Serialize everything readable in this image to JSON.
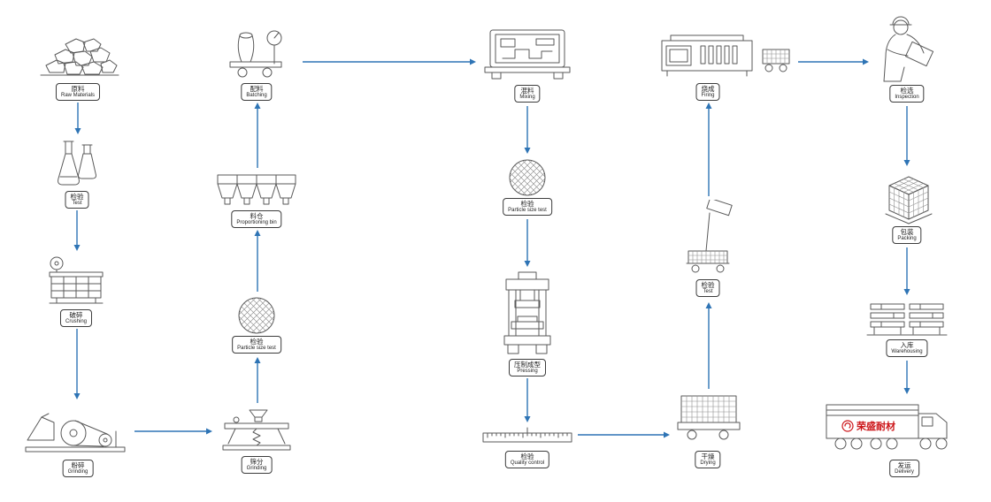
{
  "diagram": {
    "type": "process-flowchart",
    "colors": {
      "arrow": "#2e74b5",
      "logo_red": "#cc1418",
      "line": "#5a5a5a"
    },
    "truck_logo": "荣盛耐材",
    "nodes": [
      {
        "id": "raw-materials",
        "zh": "原料",
        "en": "Raw Materials",
        "icon": "rock-pile-icon"
      },
      {
        "id": "test",
        "zh": "检验",
        "en": "Test",
        "icon": "flask-icon"
      },
      {
        "id": "crushing",
        "zh": "破碎",
        "en": "Crushing",
        "icon": "jaw-crusher-icon"
      },
      {
        "id": "grinding",
        "zh": "粉碎",
        "en": "Grinding",
        "icon": "ball-mill-icon"
      },
      {
        "id": "batching",
        "zh": "配料",
        "en": "Batching",
        "icon": "weighing-cart-icon"
      },
      {
        "id": "proportioning-bin",
        "zh": "料仓",
        "en": "Proportioning bin",
        "icon": "hopper-bins-icon"
      },
      {
        "id": "particle-size-test-1",
        "zh": "检验",
        "en": "Particle size test",
        "icon": "sieve-mesh-icon"
      },
      {
        "id": "screening",
        "zh": "筛分",
        "en": "Grinding",
        "icon": "vibrating-screen-icon"
      },
      {
        "id": "mixing",
        "zh": "混料",
        "en": "Mixing",
        "icon": "mixer-icon"
      },
      {
        "id": "particle-size-test-2",
        "zh": "检验",
        "en": "Particle size test",
        "icon": "sieve-mesh-icon"
      },
      {
        "id": "pressing",
        "zh": "压制成型",
        "en": "Pressing",
        "icon": "press-icon"
      },
      {
        "id": "quality-control",
        "zh": "检验",
        "en": "Quality control",
        "icon": "ruler-icon"
      },
      {
        "id": "firing",
        "zh": "烧成",
        "en": "Firing",
        "icon": "kiln-icon"
      },
      {
        "id": "test-scale",
        "zh": "检验",
        "en": "Test",
        "icon": "platform-scale-icon"
      },
      {
        "id": "drying",
        "zh": "干燥",
        "en": "Drying",
        "icon": "drying-cart-icon"
      },
      {
        "id": "inspection",
        "zh": "检选",
        "en": "Inspection",
        "icon": "inspector-icon"
      },
      {
        "id": "packing",
        "zh": "包装",
        "en": "Packing",
        "icon": "mesh-cube-icon"
      },
      {
        "id": "warehousing",
        "zh": "入库",
        "en": "Warehousing",
        "icon": "pallet-rack-icon"
      },
      {
        "id": "delivery",
        "zh": "发运",
        "en": "Delivery",
        "icon": "truck-icon"
      }
    ],
    "edges": [
      [
        "raw-materials",
        "test"
      ],
      [
        "test",
        "crushing"
      ],
      [
        "crushing",
        "grinding"
      ],
      [
        "grinding",
        "screening"
      ],
      [
        "screening",
        "particle-size-test-1"
      ],
      [
        "particle-size-test-1",
        "proportioning-bin"
      ],
      [
        "proportioning-bin",
        "batching"
      ],
      [
        "batching",
        "mixing"
      ],
      [
        "mixing",
        "particle-size-test-2"
      ],
      [
        "particle-size-test-2",
        "pressing"
      ],
      [
        "pressing",
        "quality-control"
      ],
      [
        "quality-control",
        "drying"
      ],
      [
        "drying",
        "test-scale"
      ],
      [
        "test-scale",
        "firing"
      ],
      [
        "firing",
        "inspection"
      ],
      [
        "inspection",
        "packing"
      ],
      [
        "packing",
        "warehousing"
      ],
      [
        "warehousing",
        "delivery"
      ]
    ]
  }
}
